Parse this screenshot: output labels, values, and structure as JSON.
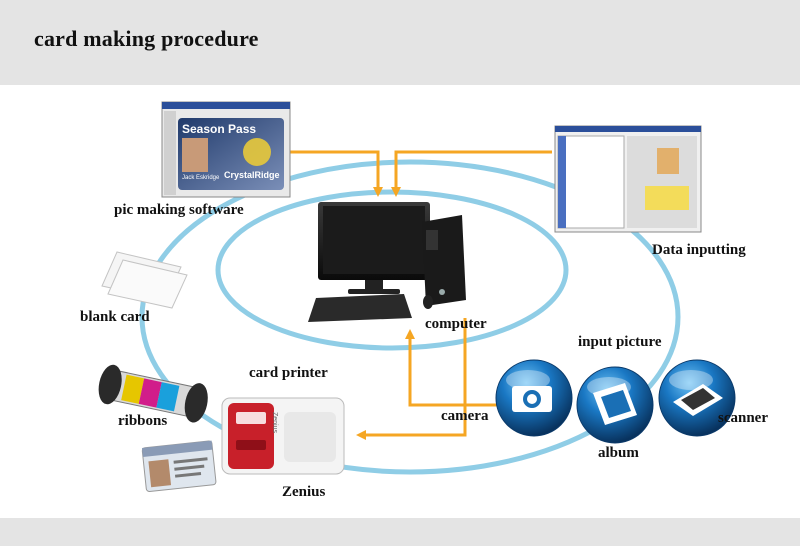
{
  "header": {
    "title": "card making procedure"
  },
  "nodes": {
    "pic_software": {
      "label": "pic making software",
      "screen_text": "Season Pass",
      "card_name": "Jack Eskridge",
      "card_brand": "CrystalRidge"
    },
    "data_inputting": {
      "label": "Data inputting"
    },
    "blank_card": {
      "label": "blank card"
    },
    "ribbons": {
      "label": "ribbons"
    },
    "card_printer": {
      "label": "card printer",
      "model_label": "Zenius",
      "brand_text": "Zenius"
    },
    "computer": {
      "label": "computer"
    },
    "input_picture": {
      "label": "input picture"
    },
    "camera": {
      "label": "camera"
    },
    "album": {
      "label": "album"
    },
    "scanner": {
      "label": "scanner"
    }
  },
  "colors": {
    "ring": "#8fcde6",
    "arrow": "#f5a623",
    "header_bg": "#e4e4e4",
    "sphere": "#1a6fb5",
    "printer_red": "#c8202a"
  }
}
